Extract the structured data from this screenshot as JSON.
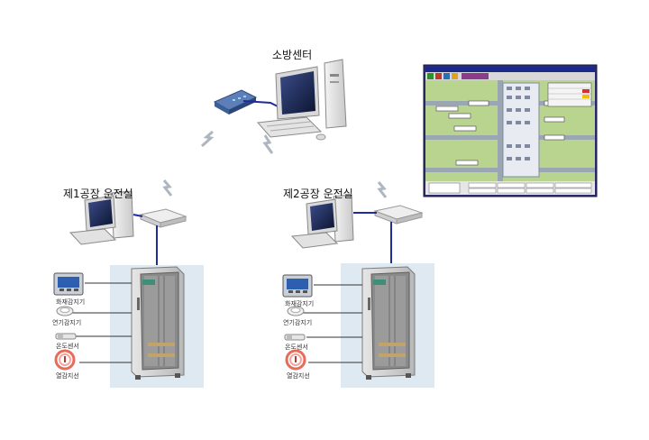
{
  "labels": {
    "center": "소방센터",
    "plant1": "제1공장 운전실",
    "plant2": "제2공장 운전실"
  },
  "devices": [
    {
      "name": "화재감지기",
      "icon": "panel-icon"
    },
    {
      "name": "연기감지기",
      "icon": "smoke-detector-icon"
    },
    {
      "name": "온도센서",
      "icon": "temperature-sensor-icon"
    },
    {
      "name": "열감지선",
      "icon": "heat-cable-icon"
    }
  ],
  "colors": {
    "link_line": "#1f2c9a",
    "rack_bg": "#dfe9f2",
    "screen_green": "#b9d48f",
    "screen_frame": "#2c2c6e"
  }
}
